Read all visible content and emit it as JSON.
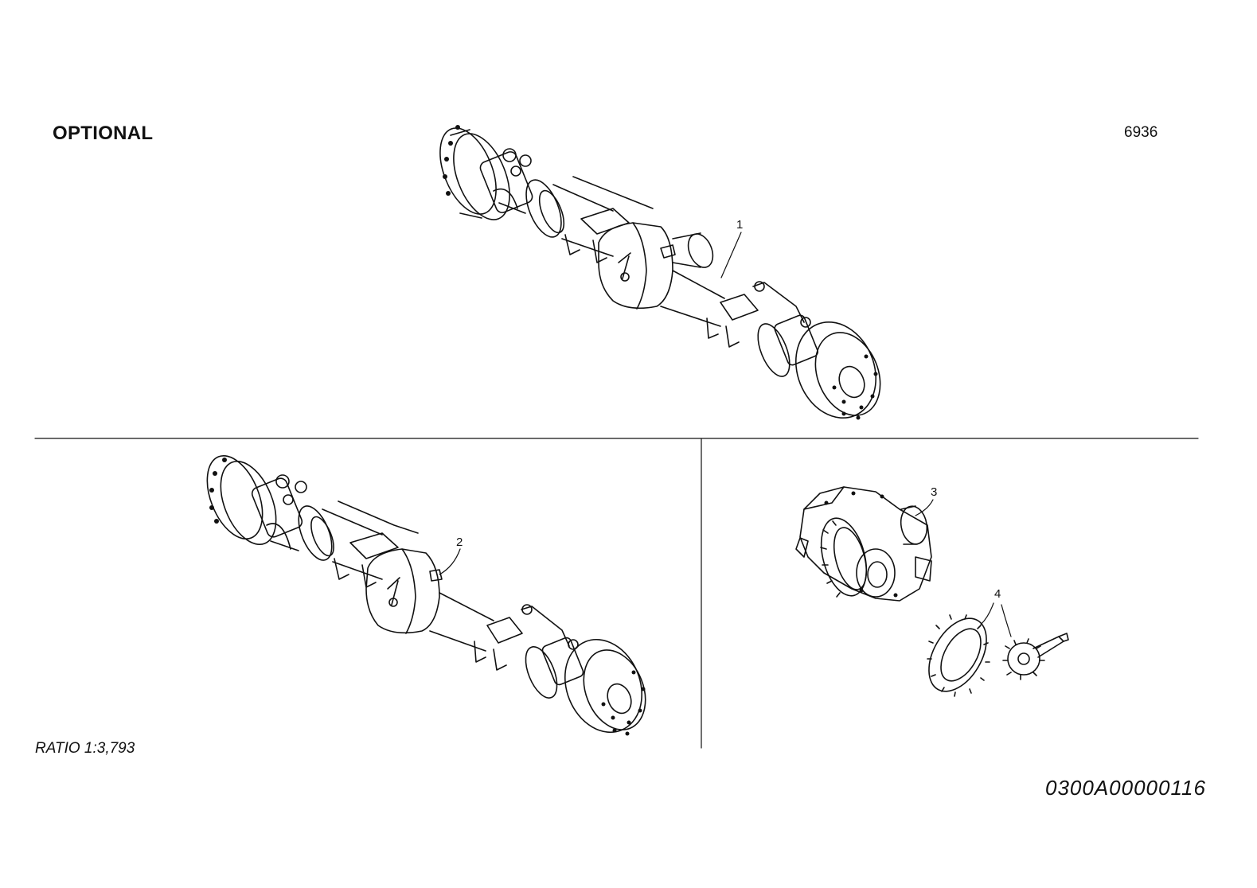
{
  "header": {
    "title": "OPTIONAL",
    "sheet_number": "6936"
  },
  "footer": {
    "ratio": "RATIO 1:3,793",
    "drawing_code": "0300A00000116"
  },
  "callouts": [
    "1",
    "2",
    "3",
    "4"
  ],
  "colors": {
    "ink": "#111111",
    "background": "#ffffff"
  }
}
